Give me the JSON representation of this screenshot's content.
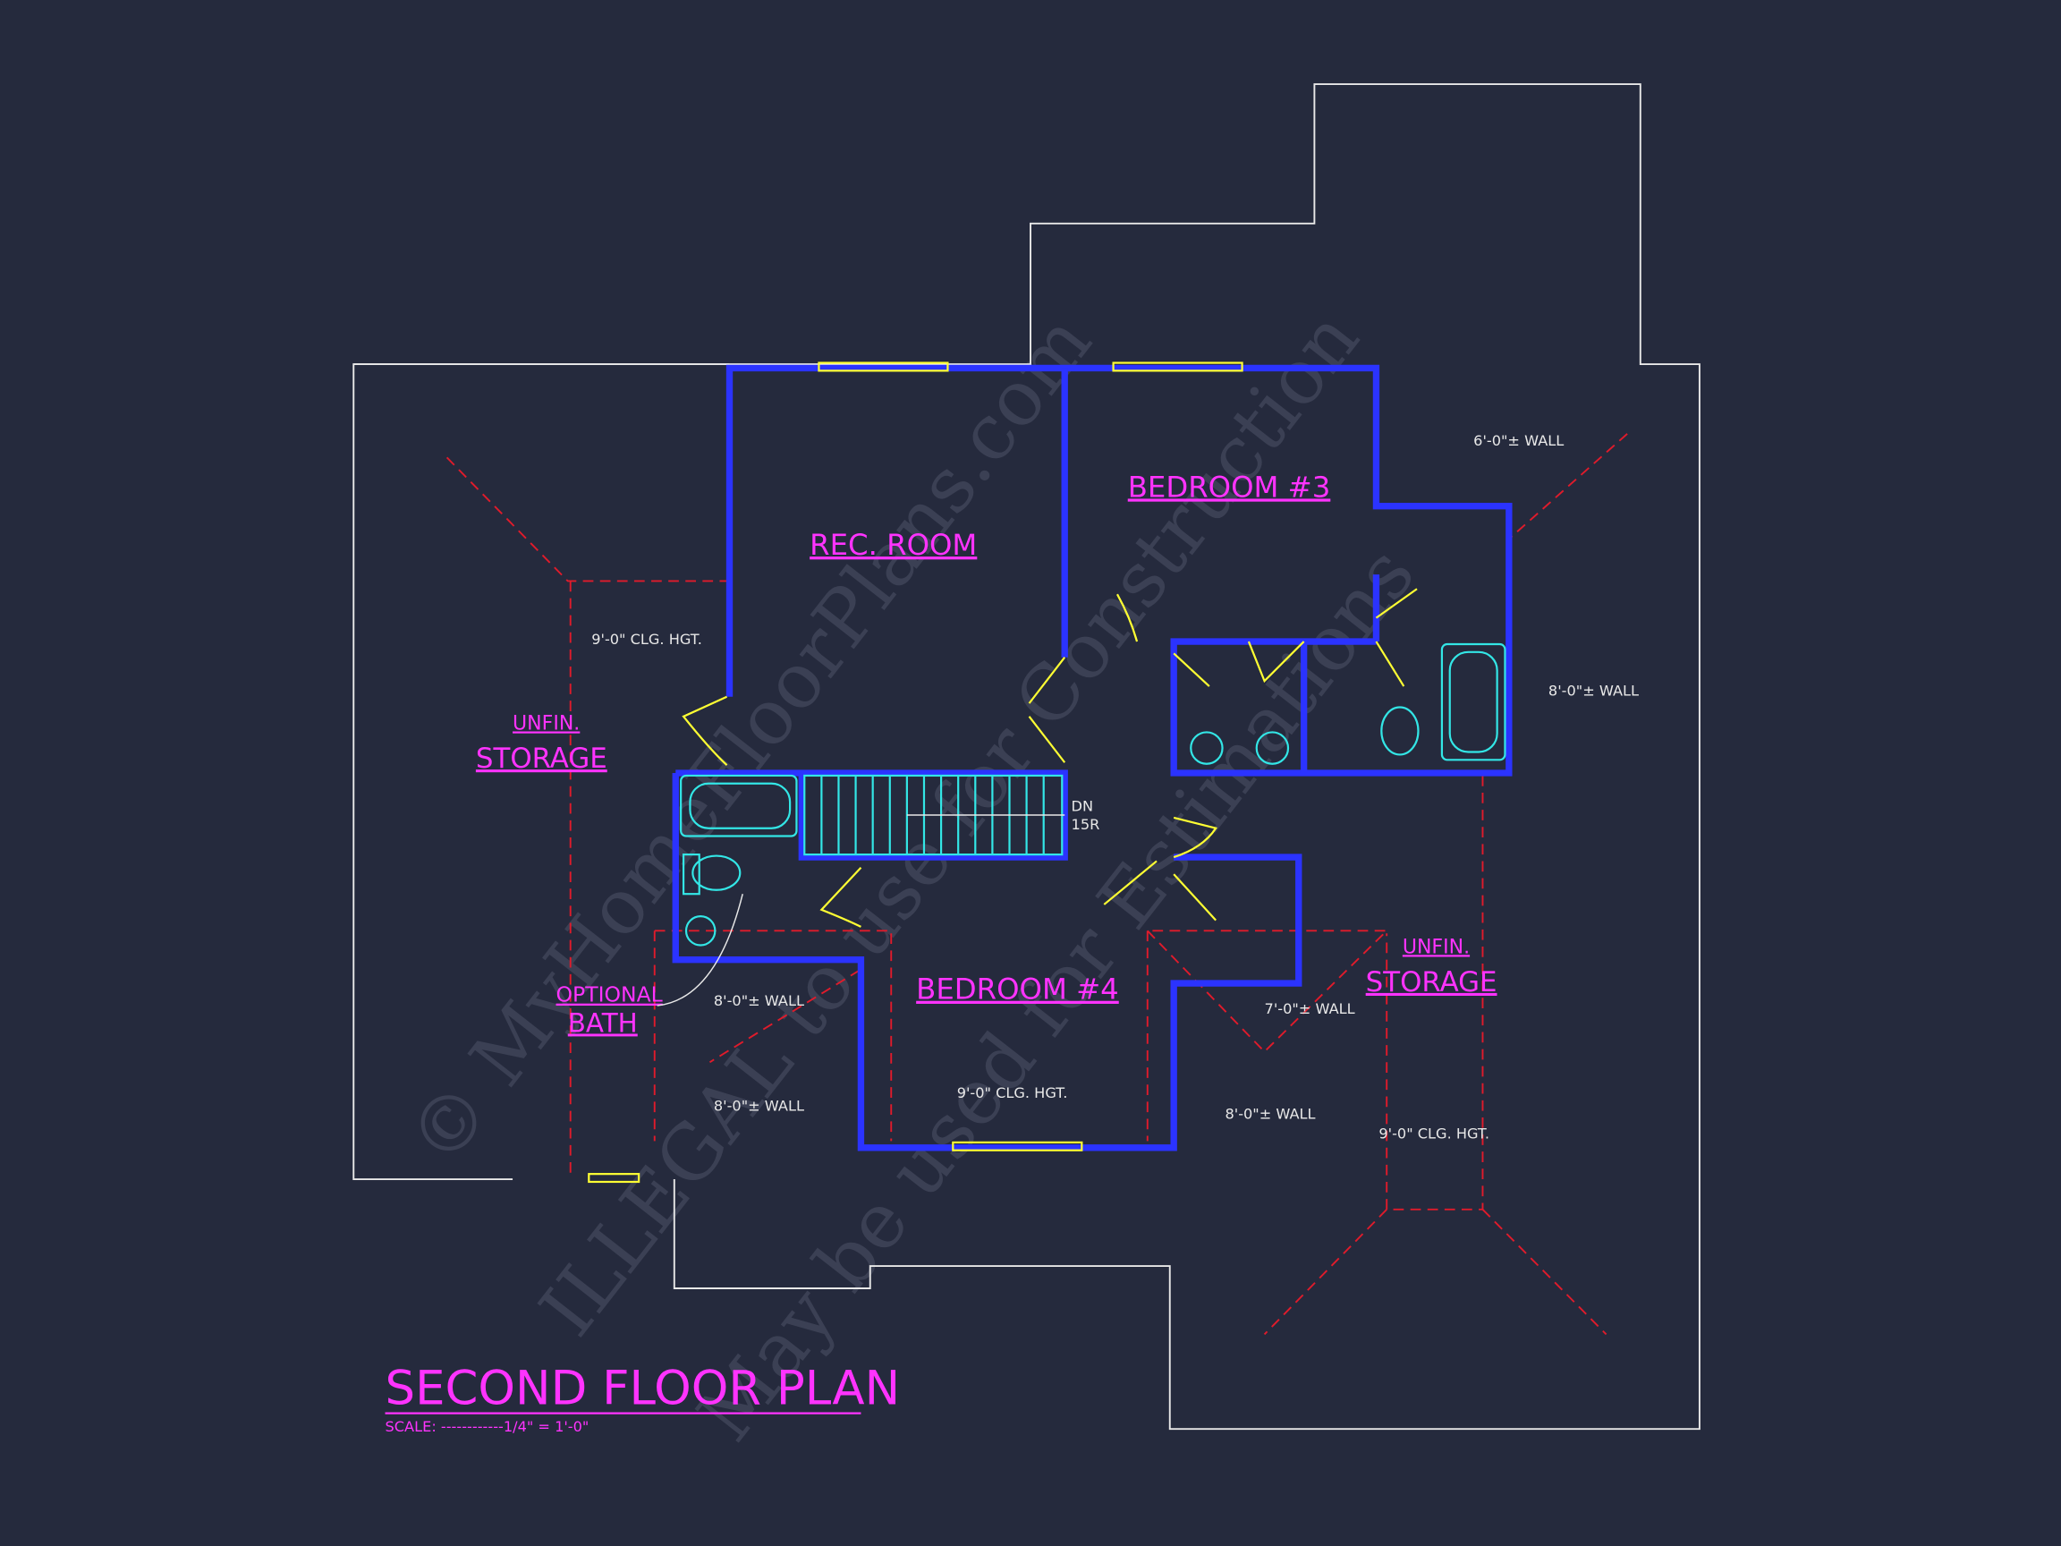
{
  "title": "SECOND FLOOR PLAN",
  "scale": "SCALE: ------------1/4\" = 1'-0\"",
  "rooms": {
    "rec_room": "REC. ROOM",
    "bedroom3": "BEDROOM #3",
    "bedroom4": "BEDROOM #4",
    "unfin_left_1": "UNFIN.",
    "unfin_left_2": "STORAGE",
    "unfin_right_1": "UNFIN.",
    "unfin_right_2": "STORAGE",
    "optional_1": "OPTIONAL",
    "optional_2": "BATH"
  },
  "notes": {
    "clg_left": "9'-0\" CLG. HGT.",
    "clg_bed4": "9'-0\" CLG. HGT.",
    "clg_right": "9'-0\" CLG. HGT.",
    "wall_6": "6'-0\"± WALL",
    "wall_8_right": "8'-0\"± WALL",
    "wall_8_a": "8'-0\"± WALL",
    "wall_8_b": "8'-0\"± WALL",
    "wall_8_c": "8'-0\"± WALL",
    "wall_7": "7'-0\"± WALL",
    "stair_dn": "DN",
    "stair_risers": "15R"
  },
  "watermark": {
    "line1": "© MyHomeFloorPlans.com",
    "line2": "ILLEGAL to use for Construction",
    "line3": "May be used for Estimations"
  },
  "colors": {
    "background": "#252a3d",
    "label": "#ff33ff",
    "wall": "#2b33ff",
    "door": "#ffff33",
    "fixture": "#33e6e6",
    "hip": "#e01b2b"
  }
}
